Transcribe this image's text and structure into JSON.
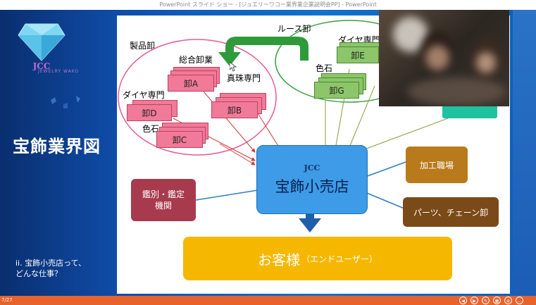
{
  "window": {
    "title": "PowerPoint スライド ショー - [ジュエリーワコー業界業企業説明会PP] - PowerPoint"
  },
  "brand": {
    "logo": "JCC",
    "subtitle": "JEWELRY WAKO"
  },
  "left_panel": {
    "title": "宝飾業界図",
    "note_line1": "ii. 宝飾小売店って、",
    "note_line2": "どんな仕事？"
  },
  "diagram": {
    "group_seihin": "製品卸",
    "group_loose": "ルース卸",
    "sogo": "総合卸業",
    "shinju": "真珠専門",
    "daiya_left": "ダイヤ専門",
    "iroishi_left": "色石",
    "daiya_right": "ダイヤ専門",
    "iroishi_right": "色石",
    "oroshi_a": "卸A",
    "oroshi_b": "卸B",
    "oroshi_c": "卸C",
    "oroshi_d": "卸D",
    "oroshi_e": "卸E",
    "oroshi_g": "卸G",
    "retail_logo": "JCC",
    "retail": "宝飾小売店",
    "kantei": "鑑別・鑑定\n機関",
    "kako": "加工職場",
    "parts": "パーツ、チェーン卸",
    "customer_main": "お客様",
    "customer_sub": "（エンドユーザー）"
  },
  "footer": {
    "page": "7/27"
  },
  "colors": {
    "pink_box": "#f07a97",
    "green_box": "#8cc56a",
    "retail_blue": "#3d9be8",
    "kantei": "#a83a4d",
    "kako": "#b87a1a",
    "parts": "#7a4a18",
    "customer": "#f5b700",
    "pink_ring": "#e85a94",
    "green_ring": "#3aa046",
    "arrow_big_green": "#2f9a3a",
    "arrow_down": "#1f5ea8",
    "teal_box": "#1fc2a0"
  }
}
